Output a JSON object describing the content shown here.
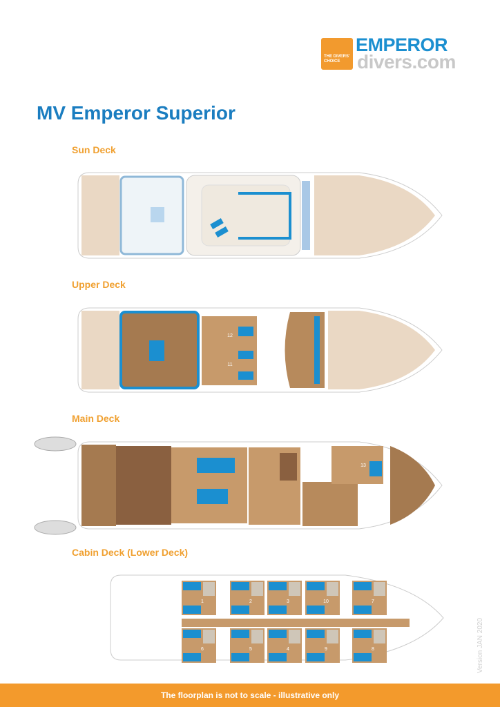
{
  "logo": {
    "badge_text": "THE DIVERS' CHOICE",
    "brand": "EMPEROR",
    "domain": "divers.com"
  },
  "title": "MV Emperor Superior",
  "decks": [
    {
      "label": "Sun Deck"
    },
    {
      "label": "Upper Deck",
      "cabins": [
        "12",
        "11"
      ]
    },
    {
      "label": "Main Deck",
      "cabins": [
        "13"
      ]
    },
    {
      "label": "Cabin Deck (Lower Deck)",
      "cabins": [
        "1",
        "2",
        "3",
        "10",
        "7",
        "6",
        "5",
        "4",
        "9",
        "8"
      ]
    }
  ],
  "footer": "The floorplan is not to scale - illustrative only",
  "version": "Version JAN 2020",
  "colors": {
    "title": "#1a7dc0",
    "label": "#f0a030",
    "footer": "#f39a2c",
    "wood": "#c79a6b",
    "bed": "#1b8fd0"
  }
}
